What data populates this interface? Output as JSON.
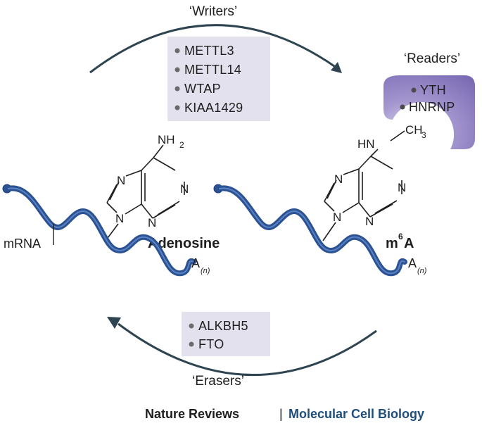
{
  "writers": {
    "title": "‘Writers’",
    "items": [
      "METTL3",
      "METTL14",
      "WTAP",
      "KIAA1429"
    ]
  },
  "readers": {
    "title": "‘Readers’",
    "items": [
      "YTH",
      "HNRNP"
    ]
  },
  "erasers": {
    "title": "‘Erasers’",
    "items": [
      "ALKBH5",
      "FTO"
    ]
  },
  "left_molecule": {
    "substituent": "NH",
    "substituent_sub": "2",
    "ring_atoms": [
      "N",
      "N",
      "N",
      "N"
    ],
    "name": "Adenosine",
    "strand_label": "mRNA",
    "tail_main": "A",
    "tail_sub": "(n)"
  },
  "right_molecule": {
    "substituent": "HN",
    "methyl": "CH",
    "methyl_sub": "3",
    "ring_atoms": [
      "N",
      "N",
      "N",
      "N"
    ],
    "name_base": "m",
    "name_sup": "6",
    "name_rest": "A",
    "tail_main": "A",
    "tail_sub": "(n)"
  },
  "footer": {
    "journal": "Nature Reviews",
    "separator": "|",
    "subject": "Molecular Cell Biology"
  },
  "colors": {
    "arrow": "#2e4450",
    "box_fill": "#e3e1ee",
    "reader_fill": "#8a7bbf",
    "ribbon": "#2b5293",
    "ribbon_dark": "#1d3c70",
    "bullet": "#6a6a6a",
    "journal_blue": "#1f4e7a"
  }
}
